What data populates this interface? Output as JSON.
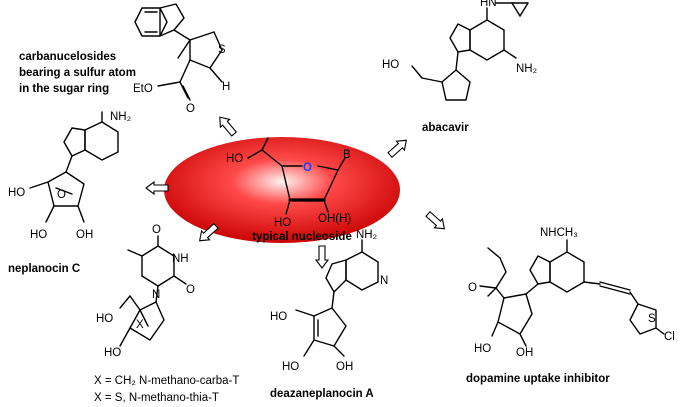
{
  "center": {
    "title": "typical nucleoside",
    "atoms": {
      "ring_o": "O",
      "base": "B",
      "ho_top": "HO",
      "ho_bottom": "HO",
      "oh_right": "OH(H)"
    },
    "colors": {
      "ellipse_inner": "#fff2f2",
      "ellipse_mid": "#ff4a4a",
      "ellipse_outer": "#c80000",
      "ring_o": "#1f3cff"
    }
  },
  "compounds": {
    "sulfur": {
      "caption_lines": [
        "carbanucelosides",
        "bearing a sulfur atom",
        "in the sugar ring"
      ],
      "atoms": {
        "s": "S",
        "h": "H",
        "eto": "EtO",
        "o": "O"
      }
    },
    "abacavir": {
      "caption": "abacavir",
      "atoms": {
        "hn": "HN",
        "nh2": "NH₂",
        "ho": "HO"
      }
    },
    "neplanocin_c": {
      "caption": "neplanocin C",
      "atoms": {
        "nh2": "NH₂",
        "ho_top": "HO",
        "o": "O",
        "ho_bottom": "HO",
        "oh": "OH"
      }
    },
    "methano": {
      "atoms": {
        "o_top": "O",
        "nh": "NH",
        "o_right": "O",
        "n": "N",
        "ho_top": "HO",
        "x": "X",
        "ho_bottom": "HO"
      },
      "notes": [
        "X = CH₂ N-methano-carba-T",
        "X = S,    N-methano-thia-T"
      ]
    },
    "deazaneplanocin": {
      "caption": "deazaneplanocin A",
      "atoms": {
        "nh2": "NH₂",
        "ho_top": "HO",
        "n": "N",
        "ho_bottom": "HO",
        "oh": "OH"
      }
    },
    "dopamine": {
      "caption": "dopamine uptake inhibitor",
      "atoms": {
        "nhch3": "NHCH₃",
        "o": "O",
        "s": "S",
        "cl": "Cl",
        "ho": "HO",
        "oh": "OH"
      }
    }
  }
}
